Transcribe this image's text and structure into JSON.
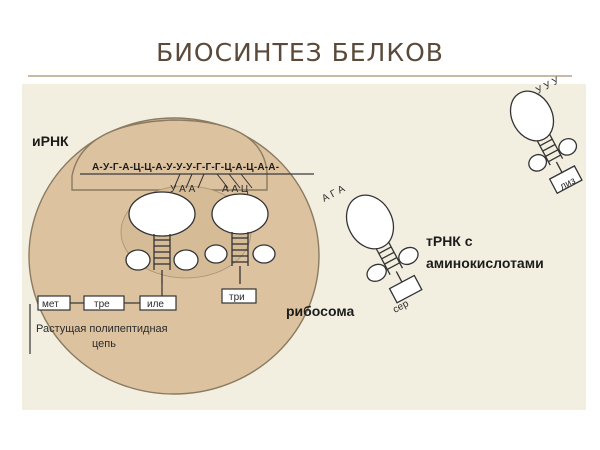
{
  "slide": {
    "title": "БИОСИНТЕЗ БЕЛКОВ"
  },
  "diagram": {
    "mrna_label": "иРНК",
    "mrna_sequence": "А-У-Г-А-Ц-Ц-А-У-У-У-Г-Г-Г-Ц-А-Ц-А-А-",
    "anticodon_left": "У А А",
    "anticodon_right": "А А Ц",
    "anticodon_trna_aga": "А Г А",
    "anticodon_trna_uuu": "У У У",
    "ribosome_label": "рибосома",
    "trna_label_line1": "тРНК с",
    "trna_label_line2": "аминокислотами",
    "growing_chain_line1": "Растущая полипептидная",
    "growing_chain_line2": "цепь",
    "amino_acids": {
      "met": "мет",
      "tre": "тре",
      "ile": "иле",
      "tri": "три",
      "ser": "сер",
      "liz": "лиз"
    }
  },
  "colors": {
    "ribosome_fill": "#dcc29f",
    "panel_background": "#f3efe0",
    "title": "#5b4a3a"
  }
}
